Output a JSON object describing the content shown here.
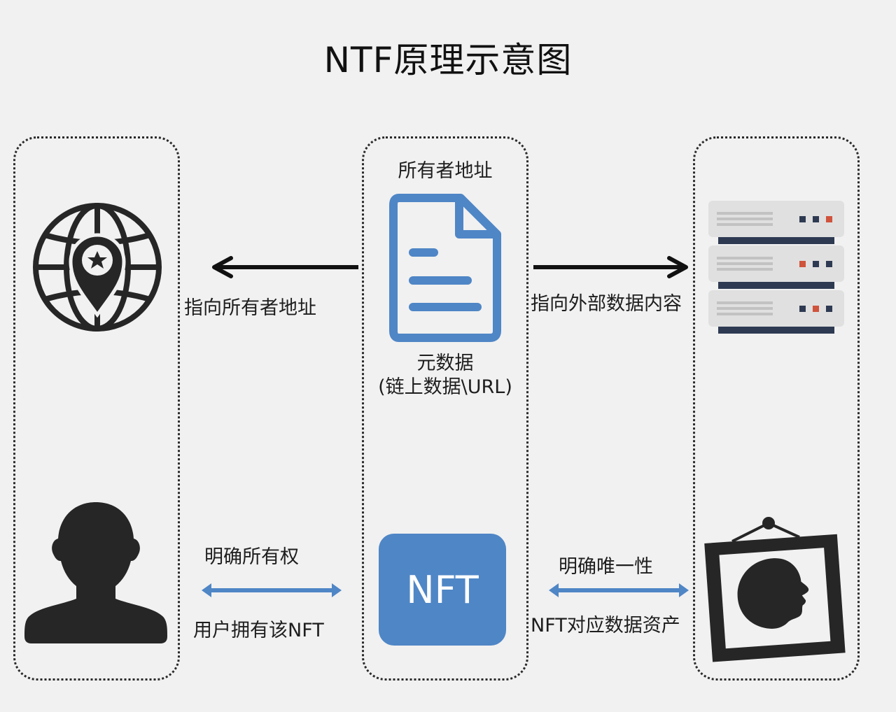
{
  "title": "NTF原理示意图",
  "center": {
    "owner_address": "所有者地址",
    "metadata": "元数据",
    "metadata_sub": "(链上数据\\URL)",
    "nft_label": "NFT"
  },
  "arrows": {
    "left_top": "指向所有者地址",
    "right_top": "指向外部数据内容",
    "left_bottom_top": "明确所有权",
    "left_bottom_bottom": "用户拥有该NFT",
    "right_bottom_top": "明确唯一性",
    "right_bottom_bottom": "NFT对应数据资产"
  },
  "colors": {
    "accent_blue": "#4f86c6",
    "dark": "#2b2b2b",
    "server_red": "#d0533c",
    "server_navy": "#2e3a52"
  },
  "icons": {
    "globe": "globe-location-icon",
    "document": "document-icon",
    "server": "server-rack-icon",
    "user": "user-silhouette-icon",
    "portrait": "framed-portrait-icon"
  }
}
